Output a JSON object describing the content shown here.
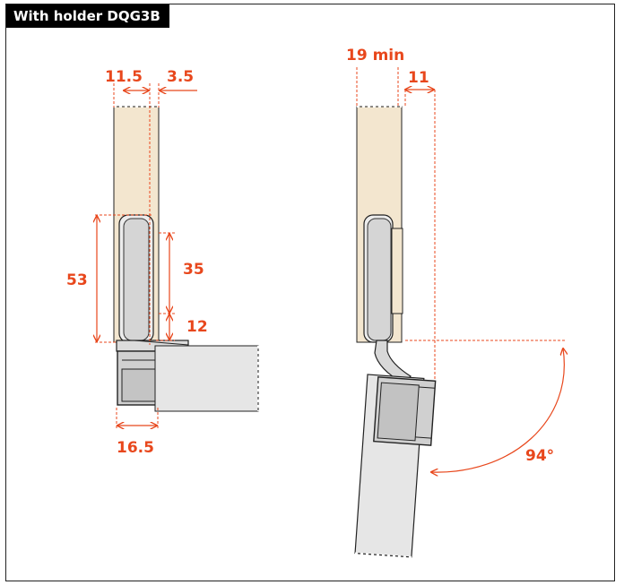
{
  "title": "With holder DQG3B",
  "colors": {
    "accent": "#e8471c",
    "wood": "#f3e6cf",
    "metal": "#d3d3d3",
    "metal_light": "#e6e6e6",
    "outline": "#222222"
  },
  "left_view": {
    "dimensions": {
      "top_left": "11.5",
      "top_right": "3.5",
      "height_total": "53",
      "height_cup": "35",
      "height_lower": "12",
      "bottom_width": "16.5"
    }
  },
  "right_view": {
    "dimensions": {
      "min_thickness": "19 min",
      "offset": "11",
      "angle": "94°"
    }
  }
}
